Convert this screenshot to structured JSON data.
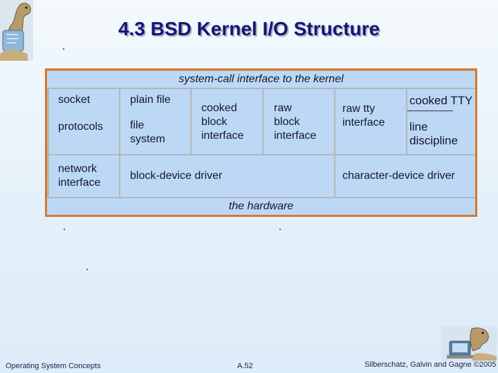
{
  "title": "4.3 BSD Kernel I/O Structure",
  "diagram": {
    "top_band": "system-call interface to the kernel",
    "bottom_band": "the hardware",
    "cells": {
      "socket": "socket",
      "protocols": "protocols",
      "plain_file": "plain file",
      "file_system": "file\nsystem",
      "cooked_block": "cooked\nblock\ninterface",
      "raw_block": "raw\nblock\ninterface",
      "raw_tty": "raw tty\ninterface",
      "cooked_tty": "cooked TTY",
      "line_discipline": "line\ndiscipline",
      "network_interface": "network\ninterface",
      "block_device_driver": "block-device driver",
      "character_device_driver": "character-device driver"
    }
  },
  "footer": {
    "left": "Operating System Concepts",
    "center": "A.52",
    "right": "Silberschatz, Galvin and Gagne ©2005"
  }
}
